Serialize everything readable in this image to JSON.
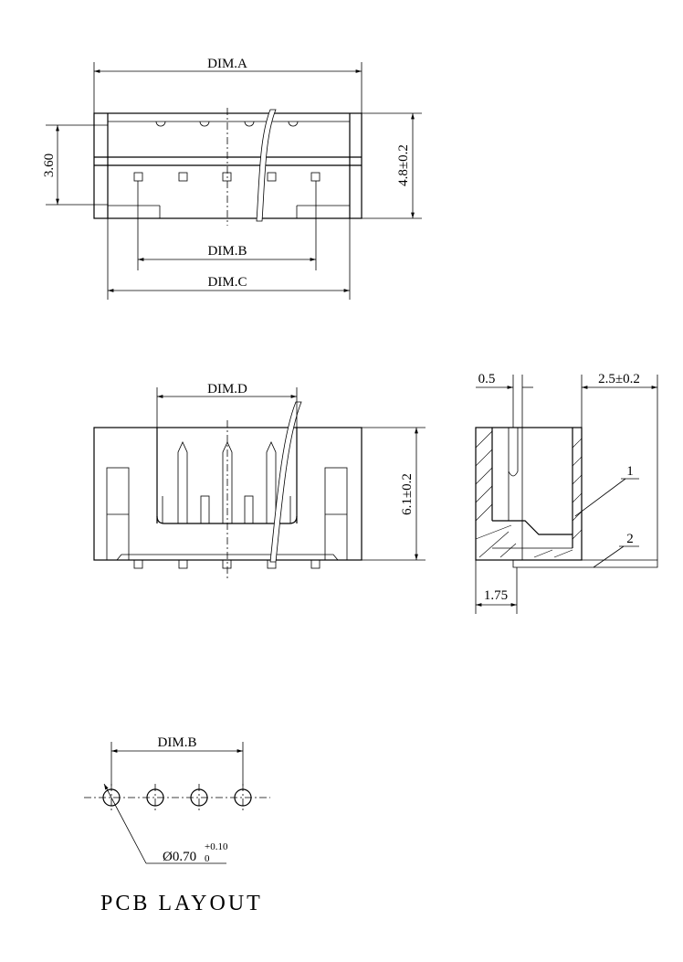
{
  "top_view": {
    "dim_a": "DIM.A",
    "dim_b": "DIM.B",
    "dim_c": "DIM.C",
    "height_left": "3.60",
    "height_right": "4.8±0.2"
  },
  "front_view": {
    "dim_d": "DIM.D",
    "height": "6.1±0.2"
  },
  "side_view": {
    "pin_width": "0.5",
    "depth": "2.5±0.2",
    "offset": "1.75",
    "callout_1": "1",
    "callout_2": "2"
  },
  "pcb_layout": {
    "dim_b": "DIM.B",
    "hole_dia": "Ø0.70",
    "tol_upper": "+0.10",
    "tol_lower": "0",
    "title": "PCB LAYOUT"
  }
}
